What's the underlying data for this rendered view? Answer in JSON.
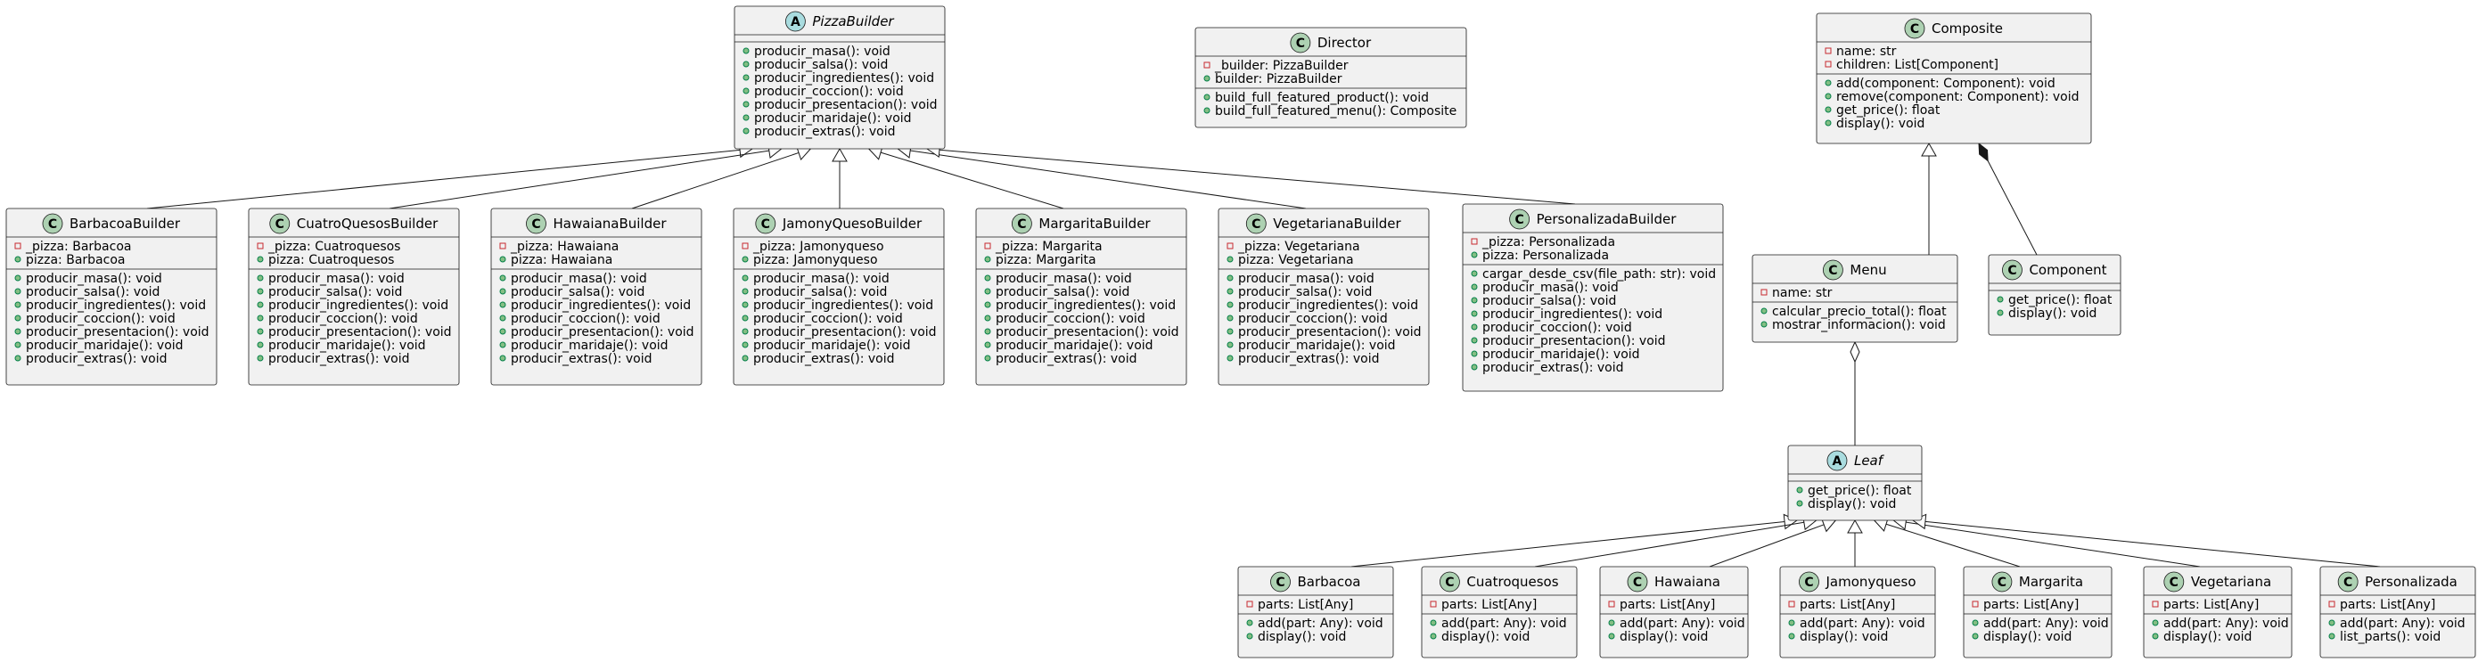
{
  "diagram": {
    "classes": [
      {
        "id": "PizzaBuilder",
        "name": "PizzaBuilder",
        "kind": "abstract",
        "fields": [],
        "methods": [
          {
            "vis": "public",
            "text": "producir_masa(): void"
          },
          {
            "vis": "public",
            "text": "producir_salsa(): void"
          },
          {
            "vis": "public",
            "text": "producir_ingredientes(): void"
          },
          {
            "vis": "public",
            "text": "producir_coccion(): void"
          },
          {
            "vis": "public",
            "text": "producir_presentacion(): void"
          },
          {
            "vis": "public",
            "text": "producir_maridaje(): void"
          },
          {
            "vis": "public",
            "text": "producir_extras(): void"
          }
        ]
      },
      {
        "id": "Director",
        "name": "Director",
        "kind": "class",
        "fields": [
          {
            "vis": "private",
            "text": "_builder: PizzaBuilder"
          },
          {
            "vis": "public",
            "text": "builder: PizzaBuilder"
          }
        ],
        "methods": [
          {
            "vis": "public",
            "text": "build_full_featured_product(): void"
          },
          {
            "vis": "public",
            "text": "build_full_featured_menu(): Composite"
          }
        ]
      },
      {
        "id": "Composite",
        "name": "Composite",
        "kind": "class",
        "fields": [
          {
            "vis": "private",
            "text": "name: str"
          },
          {
            "vis": "private",
            "text": "children: List[Component]"
          }
        ],
        "methods": [
          {
            "vis": "public",
            "text": "add(component: Component): void"
          },
          {
            "vis": "public",
            "text": "remove(component: Component): void"
          },
          {
            "vis": "public",
            "text": "get_price(): float"
          },
          {
            "vis": "public",
            "text": "display(): void"
          }
        ]
      },
      {
        "id": "BarbacoaBuilder",
        "name": "BarbacoaBuilder",
        "kind": "class",
        "fields": [
          {
            "vis": "private",
            "text": "_pizza: Barbacoa"
          },
          {
            "vis": "public",
            "text": "pizza: Barbacoa"
          }
        ],
        "methods": [
          {
            "vis": "public",
            "text": "producir_masa(): void"
          },
          {
            "vis": "public",
            "text": "producir_salsa(): void"
          },
          {
            "vis": "public",
            "text": "producir_ingredientes(): void"
          },
          {
            "vis": "public",
            "text": "producir_coccion(): void"
          },
          {
            "vis": "public",
            "text": "producir_presentacion(): void"
          },
          {
            "vis": "public",
            "text": "producir_maridaje(): void"
          },
          {
            "vis": "public",
            "text": "producir_extras(): void"
          }
        ]
      },
      {
        "id": "CuatroQuesosBuilder",
        "name": "CuatroQuesosBuilder",
        "kind": "class",
        "fields": [
          {
            "vis": "private",
            "text": "_pizza: Cuatroquesos"
          },
          {
            "vis": "public",
            "text": "pizza: Cuatroquesos"
          }
        ],
        "methods": [
          {
            "vis": "public",
            "text": "producir_masa(): void"
          },
          {
            "vis": "public",
            "text": "producir_salsa(): void"
          },
          {
            "vis": "public",
            "text": "producir_ingredientes(): void"
          },
          {
            "vis": "public",
            "text": "producir_coccion(): void"
          },
          {
            "vis": "public",
            "text": "producir_presentacion(): void"
          },
          {
            "vis": "public",
            "text": "producir_maridaje(): void"
          },
          {
            "vis": "public",
            "text": "producir_extras(): void"
          }
        ]
      },
      {
        "id": "HawaianaBuilder",
        "name": "HawaianaBuilder",
        "kind": "class",
        "fields": [
          {
            "vis": "private",
            "text": "_pizza: Hawaiana"
          },
          {
            "vis": "public",
            "text": "pizza: Hawaiana"
          }
        ],
        "methods": [
          {
            "vis": "public",
            "text": "producir_masa(): void"
          },
          {
            "vis": "public",
            "text": "producir_salsa(): void"
          },
          {
            "vis": "public",
            "text": "producir_ingredientes(): void"
          },
          {
            "vis": "public",
            "text": "producir_coccion(): void"
          },
          {
            "vis": "public",
            "text": "producir_presentacion(): void"
          },
          {
            "vis": "public",
            "text": "producir_maridaje(): void"
          },
          {
            "vis": "public",
            "text": "producir_extras(): void"
          }
        ]
      },
      {
        "id": "JamonyQuesoBuilder",
        "name": "JamonyQuesoBuilder",
        "kind": "class",
        "fields": [
          {
            "vis": "private",
            "text": "_pizza: Jamonyqueso"
          },
          {
            "vis": "public",
            "text": "pizza: Jamonyqueso"
          }
        ],
        "methods": [
          {
            "vis": "public",
            "text": "producir_masa(): void"
          },
          {
            "vis": "public",
            "text": "producir_salsa(): void"
          },
          {
            "vis": "public",
            "text": "producir_ingredientes(): void"
          },
          {
            "vis": "public",
            "text": "producir_coccion(): void"
          },
          {
            "vis": "public",
            "text": "producir_presentacion(): void"
          },
          {
            "vis": "public",
            "text": "producir_maridaje(): void"
          },
          {
            "vis": "public",
            "text": "producir_extras(): void"
          }
        ]
      },
      {
        "id": "MargaritaBuilder",
        "name": "MargaritaBuilder",
        "kind": "class",
        "fields": [
          {
            "vis": "private",
            "text": "_pizza: Margarita"
          },
          {
            "vis": "public",
            "text": "pizza: Margarita"
          }
        ],
        "methods": [
          {
            "vis": "public",
            "text": "producir_masa(): void"
          },
          {
            "vis": "public",
            "text": "producir_salsa(): void"
          },
          {
            "vis": "public",
            "text": "producir_ingredientes(): void"
          },
          {
            "vis": "public",
            "text": "producir_coccion(): void"
          },
          {
            "vis": "public",
            "text": "producir_presentacion(): void"
          },
          {
            "vis": "public",
            "text": "producir_maridaje(): void"
          },
          {
            "vis": "public",
            "text": "producir_extras(): void"
          }
        ]
      },
      {
        "id": "VegetarianaBuilder",
        "name": "VegetarianaBuilder",
        "kind": "class",
        "fields": [
          {
            "vis": "private",
            "text": "_pizza: Vegetariana"
          },
          {
            "vis": "public",
            "text": "pizza: Vegetariana"
          }
        ],
        "methods": [
          {
            "vis": "public",
            "text": "producir_masa(): void"
          },
          {
            "vis": "public",
            "text": "producir_salsa(): void"
          },
          {
            "vis": "public",
            "text": "producir_ingredientes(): void"
          },
          {
            "vis": "public",
            "text": "producir_coccion(): void"
          },
          {
            "vis": "public",
            "text": "producir_presentacion(): void"
          },
          {
            "vis": "public",
            "text": "producir_maridaje(): void"
          },
          {
            "vis": "public",
            "text": "producir_extras(): void"
          }
        ]
      },
      {
        "id": "PersonalizadaBuilder",
        "name": "PersonalizadaBuilder",
        "kind": "class",
        "fields": [
          {
            "vis": "private",
            "text": "_pizza: Personalizada"
          },
          {
            "vis": "public",
            "text": "pizza: Personalizada"
          }
        ],
        "methods": [
          {
            "vis": "public",
            "text": "cargar_desde_csv(file_path: str): void"
          },
          {
            "vis": "public",
            "text": "producir_masa(): void"
          },
          {
            "vis": "public",
            "text": "producir_salsa(): void"
          },
          {
            "vis": "public",
            "text": "producir_ingredientes(): void"
          },
          {
            "vis": "public",
            "text": "producir_coccion(): void"
          },
          {
            "vis": "public",
            "text": "producir_presentacion(): void"
          },
          {
            "vis": "public",
            "text": "producir_maridaje(): void"
          },
          {
            "vis": "public",
            "text": "producir_extras(): void"
          }
        ]
      },
      {
        "id": "Menu",
        "name": "Menu",
        "kind": "class",
        "fields": [
          {
            "vis": "private",
            "text": "name: str"
          }
        ],
        "methods": [
          {
            "vis": "public",
            "text": "calcular_precio_total(): float"
          },
          {
            "vis": "public",
            "text": "mostrar_informacion(): void"
          }
        ]
      },
      {
        "id": "Component",
        "name": "Component",
        "kind": "class",
        "fields": [],
        "methods": [
          {
            "vis": "public",
            "text": "get_price(): float"
          },
          {
            "vis": "public",
            "text": "display(): void"
          }
        ]
      },
      {
        "id": "Leaf",
        "name": "Leaf",
        "kind": "abstract",
        "fields": [],
        "methods": [
          {
            "vis": "public",
            "text": "get_price(): float"
          },
          {
            "vis": "public",
            "text": "display(): void"
          }
        ]
      },
      {
        "id": "Barbacoa",
        "name": "Barbacoa",
        "kind": "class",
        "fields": [
          {
            "vis": "private",
            "text": "parts: List[Any]"
          }
        ],
        "methods": [
          {
            "vis": "public",
            "text": "add(part: Any): void"
          },
          {
            "vis": "public",
            "text": "display(): void"
          }
        ]
      },
      {
        "id": "Cuatroquesos",
        "name": "Cuatroquesos",
        "kind": "class",
        "fields": [
          {
            "vis": "private",
            "text": "parts: List[Any]"
          }
        ],
        "methods": [
          {
            "vis": "public",
            "text": "add(part: Any): void"
          },
          {
            "vis": "public",
            "text": "display(): void"
          }
        ]
      },
      {
        "id": "Hawaiana",
        "name": "Hawaiana",
        "kind": "class",
        "fields": [
          {
            "vis": "private",
            "text": "parts: List[Any]"
          }
        ],
        "methods": [
          {
            "vis": "public",
            "text": "add(part: Any): void"
          },
          {
            "vis": "public",
            "text": "display(): void"
          }
        ]
      },
      {
        "id": "Jamonyqueso",
        "name": "Jamonyqueso",
        "kind": "class",
        "fields": [
          {
            "vis": "private",
            "text": "parts: List[Any]"
          }
        ],
        "methods": [
          {
            "vis": "public",
            "text": "add(part: Any): void"
          },
          {
            "vis": "public",
            "text": "display(): void"
          }
        ]
      },
      {
        "id": "Margarita",
        "name": "Margarita",
        "kind": "class",
        "fields": [
          {
            "vis": "private",
            "text": "parts: List[Any]"
          }
        ],
        "methods": [
          {
            "vis": "public",
            "text": "add(part: Any): void"
          },
          {
            "vis": "public",
            "text": "display(): void"
          }
        ]
      },
      {
        "id": "Vegetariana",
        "name": "Vegetariana",
        "kind": "class",
        "fields": [
          {
            "vis": "private",
            "text": "parts: List[Any]"
          }
        ],
        "methods": [
          {
            "vis": "public",
            "text": "add(part: Any): void"
          },
          {
            "vis": "public",
            "text": "display(): void"
          }
        ]
      },
      {
        "id": "Personalizada",
        "name": "Personalizada",
        "kind": "class",
        "fields": [
          {
            "vis": "private",
            "text": "parts: List[Any]"
          }
        ],
        "methods": [
          {
            "vis": "public",
            "text": "add(part: Any): void"
          },
          {
            "vis": "public",
            "text": "list_parts(): void"
          }
        ]
      }
    ],
    "relations": [
      {
        "type": "inheritance",
        "from": "BarbacoaBuilder",
        "to": "PizzaBuilder"
      },
      {
        "type": "inheritance",
        "from": "CuatroQuesosBuilder",
        "to": "PizzaBuilder"
      },
      {
        "type": "inheritance",
        "from": "HawaianaBuilder",
        "to": "PizzaBuilder"
      },
      {
        "type": "inheritance",
        "from": "JamonyQuesoBuilder",
        "to": "PizzaBuilder"
      },
      {
        "type": "inheritance",
        "from": "MargaritaBuilder",
        "to": "PizzaBuilder"
      },
      {
        "type": "inheritance",
        "from": "VegetarianaBuilder",
        "to": "PizzaBuilder"
      },
      {
        "type": "inheritance",
        "from": "PersonalizadaBuilder",
        "to": "PizzaBuilder"
      },
      {
        "type": "inheritance",
        "from": "Menu",
        "to": "Composite"
      },
      {
        "type": "composition",
        "from": "Component",
        "to": "Composite"
      },
      {
        "type": "aggregation",
        "from": "Leaf",
        "to": "Menu"
      },
      {
        "type": "inheritance",
        "from": "Barbacoa",
        "to": "Leaf"
      },
      {
        "type": "inheritance",
        "from": "Cuatroquesos",
        "to": "Leaf"
      },
      {
        "type": "inheritance",
        "from": "Hawaiana",
        "to": "Leaf"
      },
      {
        "type": "inheritance",
        "from": "Jamonyqueso",
        "to": "Leaf"
      },
      {
        "type": "inheritance",
        "from": "Margarita",
        "to": "Leaf"
      },
      {
        "type": "inheritance",
        "from": "Vegetariana",
        "to": "Leaf"
      },
      {
        "type": "inheritance",
        "from": "Personalizada",
        "to": "Leaf"
      }
    ],
    "colors": {
      "class_fill": "#f1f1f1",
      "border": "#181818",
      "class_stereotype": "#add1b2",
      "abstract_stereotype": "#a9dcdf",
      "private_marker": "#c82930",
      "public_marker": "#84be84"
    }
  }
}
